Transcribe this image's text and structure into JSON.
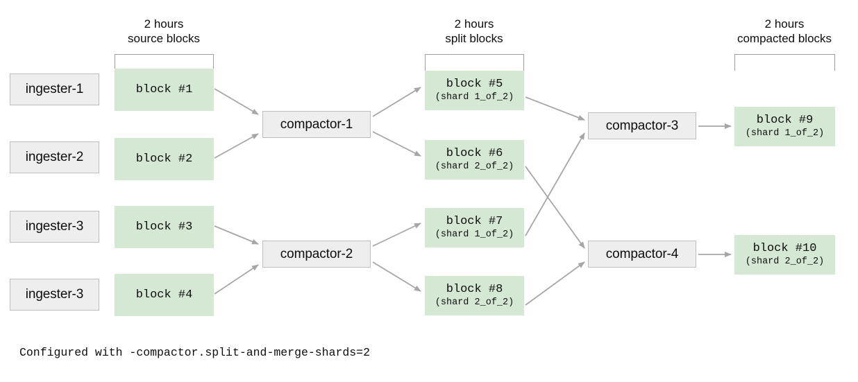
{
  "diagram": {
    "title_groups": [
      {
        "id": "source",
        "line1": "2 hours",
        "line2": "source blocks"
      },
      {
        "id": "split",
        "line1": "2 hours",
        "line2": "split blocks"
      },
      {
        "id": "compacted",
        "line1": "2 hours",
        "line2": "compacted blocks"
      }
    ],
    "ingesters": [
      {
        "id": "ingester-1",
        "label": "ingester-1"
      },
      {
        "id": "ingester-2",
        "label": "ingester-2"
      },
      {
        "id": "ingester-3a",
        "label": "ingester-3"
      },
      {
        "id": "ingester-3b",
        "label": "ingester-3"
      }
    ],
    "source_blocks": [
      {
        "id": "block-1",
        "label": "block #1",
        "shard": ""
      },
      {
        "id": "block-2",
        "label": "block #2",
        "shard": ""
      },
      {
        "id": "block-3",
        "label": "block #3",
        "shard": ""
      },
      {
        "id": "block-4",
        "label": "block #4",
        "shard": ""
      }
    ],
    "split_compactors": [
      {
        "id": "compactor-1",
        "label": "compactor-1"
      },
      {
        "id": "compactor-2",
        "label": "compactor-2"
      }
    ],
    "split_blocks": [
      {
        "id": "block-5",
        "label": "block #5",
        "shard": "(shard 1_of_2)"
      },
      {
        "id": "block-6",
        "label": "block #6",
        "shard": "(shard 2_of_2)"
      },
      {
        "id": "block-7",
        "label": "block #7",
        "shard": "(shard 1_of_2)"
      },
      {
        "id": "block-8",
        "label": "block #8",
        "shard": "(shard 2_of_2)"
      }
    ],
    "merge_compactors": [
      {
        "id": "compactor-3",
        "label": "compactor-3"
      },
      {
        "id": "compactor-4",
        "label": "compactor-4"
      }
    ],
    "compacted_blocks": [
      {
        "id": "block-9",
        "label": "block #9",
        "shard": "(shard 1_of_2)"
      },
      {
        "id": "block-10",
        "label": "block #10",
        "shard": "(shard 2_of_2)"
      }
    ],
    "footnote": "Configured with -compactor.split-and-merge-shards=2",
    "colors": {
      "block_fill": "#d5e8d4",
      "node_fill": "#eeeeee",
      "node_border": "#bdbdbd",
      "arrow": "#a6a6a6",
      "bracket": "#9e9e9e",
      "text": "#0d0d0d",
      "background": "#ffffff"
    }
  }
}
